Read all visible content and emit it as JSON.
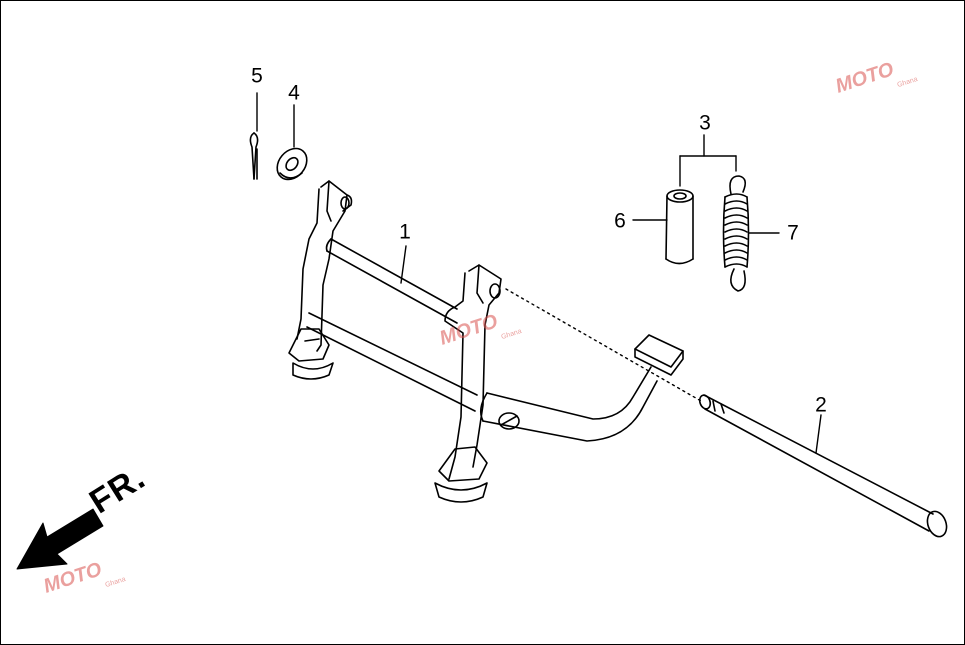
{
  "diagram": {
    "callouts": [
      {
        "id": "c1",
        "text": "1"
      },
      {
        "id": "c2",
        "text": "2"
      },
      {
        "id": "c3",
        "text": "3"
      },
      {
        "id": "c4",
        "text": "4"
      },
      {
        "id": "c5",
        "text": "5"
      },
      {
        "id": "c6",
        "text": "6"
      },
      {
        "id": "c7",
        "text": "7"
      }
    ],
    "direction_label": "FR.",
    "watermark": {
      "text": "MOTO",
      "sub": "Ghana"
    },
    "colors": {
      "line": "#000000",
      "watermark": "#d9534f",
      "background": "#ffffff"
    }
  }
}
